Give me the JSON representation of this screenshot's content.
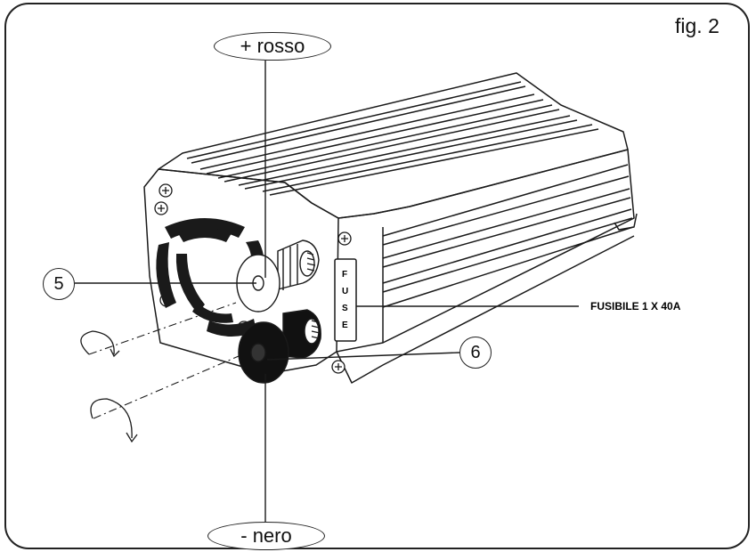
{
  "figure": {
    "fig_label": "fig. 2",
    "positive_label": "+ rosso",
    "negative_label": "- nero",
    "callout_positive": "5",
    "callout_negative": "6",
    "fuse_annotation": "FUSIBILE 1 X 40A",
    "fuse_letters": [
      "F",
      "U",
      "S",
      "E"
    ]
  },
  "colors": {
    "line": "#1a1a1a",
    "frame": "#222222",
    "terminal_black": "#111111"
  }
}
